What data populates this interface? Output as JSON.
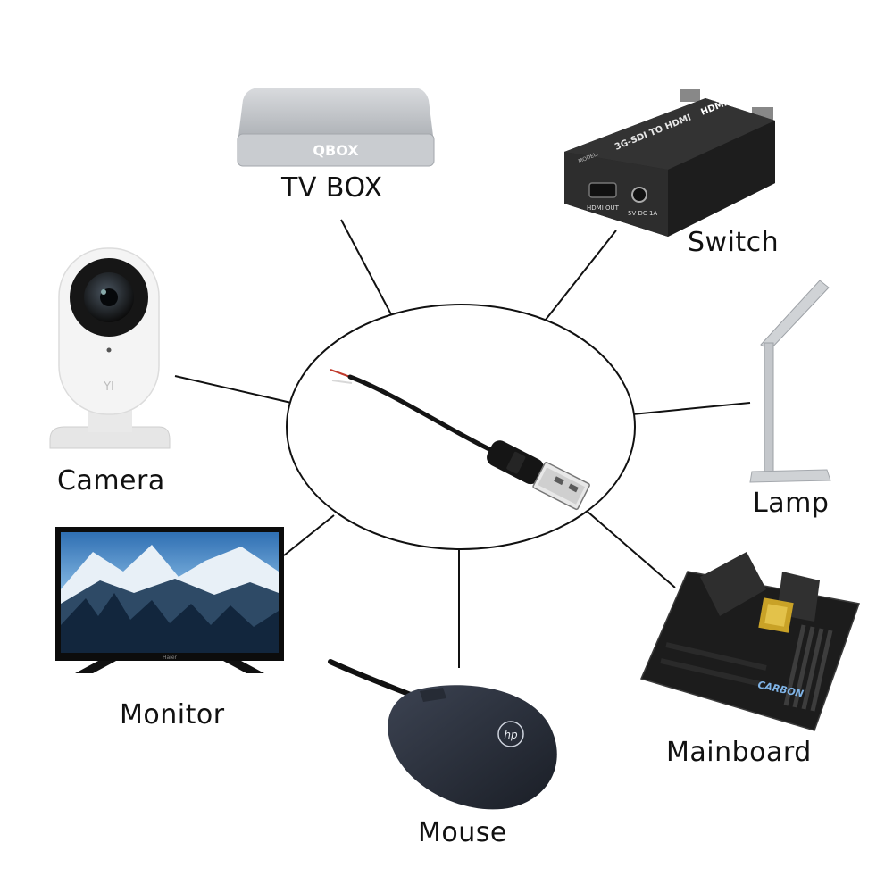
{
  "devices": {
    "tv_box": {
      "label": "TV BOX",
      "brand": "QBOX"
    },
    "switch": {
      "label": "Switch",
      "hdmi_badge": "HDMI",
      "model_text": "3G-SDI TO HDMI",
      "model_prefix": "MODEL:",
      "port_hdmi": "HDMI OUT",
      "port_power": "5V DC 1A"
    },
    "camera": {
      "label": "Camera",
      "brand": "YI"
    },
    "lamp": {
      "label": "Lamp"
    },
    "monitor": {
      "label": "Monitor",
      "brand": "Haier"
    },
    "mouse": {
      "label": "Mouse",
      "brand": "hp"
    },
    "mainboard": {
      "label": "Mainboard",
      "brand": "CARBON"
    }
  },
  "colors": {
    "line": "#111111",
    "cable": "#141414",
    "wire_red": "#c0392b",
    "tvbox_body": "#bfc2c6",
    "switch_body": "#2b2b2b",
    "camera_body": "#f2f2f2",
    "lamp_metal": "#b9bcc0",
    "board": "#1e1e1e",
    "mouse_body": "#2a2f3a"
  }
}
